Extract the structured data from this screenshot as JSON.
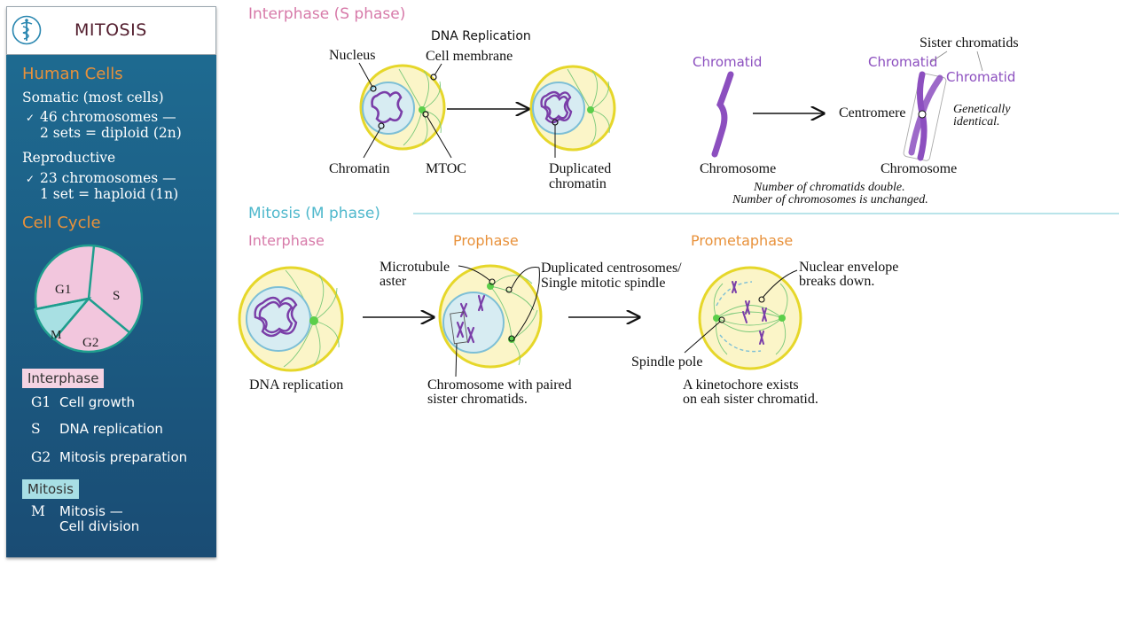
{
  "sidebar": {
    "title": "MITOSIS",
    "human_cells": {
      "heading": "Human Cells",
      "somatic": "Somatic (most cells)",
      "somatic_line1": "46 chromosomes —",
      "somatic_line2": "2 sets = diploid (2n)",
      "reproductive": "Reproductive",
      "repro_line1": "23 chromosomes —",
      "repro_line2": "1 set = haploid (1n)"
    },
    "cell_cycle": {
      "heading": "Cell Cycle",
      "pie_labels": {
        "g1": "G1",
        "s": "S",
        "g2": "G2",
        "m": "M"
      },
      "interphase_tag": "Interphase",
      "phases": [
        {
          "code": "G1",
          "desc": "Cell growth"
        },
        {
          "code": "S",
          "desc": "DNA replication"
        },
        {
          "code": "G2",
          "desc": "Mitosis preparation"
        }
      ],
      "mitosis_tag": "Mitosis",
      "m_code": "M",
      "m_desc_line1": "Mitosis —",
      "m_desc_line2": "Cell division"
    }
  },
  "interphase_s": {
    "heading": "Interphase (S phase)",
    "dna_replication": "DNA Replication",
    "nucleus": "Nucleus",
    "cell_membrane": "Cell membrane",
    "chromatin": "Chromatin",
    "mtoc": "MTOC",
    "duplicated_line1": "Duplicated",
    "duplicated_line2": "chromatin",
    "chromatid_left": "Chromatid",
    "sister_chromatids": "Sister chromatids",
    "chromatid_a": "Chromatid",
    "chromatid_b": "Chromatid",
    "centromere": "Centromere",
    "genetically_line1": "Genetically",
    "genetically_line2": "identical.",
    "chromosome_left": "Chromosome",
    "chromosome_right": "Chromosome",
    "note_line1": "Number of chromatids double.",
    "note_line2": "Number of chromosomes is unchanged."
  },
  "mitosis_m": {
    "heading": "Mitosis (M phase)",
    "interphase": {
      "label": "Interphase",
      "caption": "DNA  replication"
    },
    "prophase": {
      "label": "Prophase",
      "microtubule_line1": "Microtubule",
      "microtubule_line2": "aster",
      "dup_line1": "Duplicated centrosomes/",
      "dup_line2": "Single mitotic spindle",
      "caption_line1": "Chromosome with paired",
      "caption_line2": "sister chromatids."
    },
    "prometaphase": {
      "label": "Prometaphase",
      "envelope_line1": "Nuclear envelope",
      "envelope_line2": "breaks down.",
      "spindle_pole": "Spindle pole",
      "caption_line1": "A kinetochore exists",
      "caption_line2": "on eah sister chromatid."
    }
  },
  "colors": {
    "accent_orange": "#e8913a",
    "pink_heading": "#d77aa9",
    "teal_heading": "#4fb8cc",
    "chromatid_purple": "#8c4fbf",
    "cell_yellow": "#fbf5c8",
    "spindle_green": "#5ccf4a"
  }
}
